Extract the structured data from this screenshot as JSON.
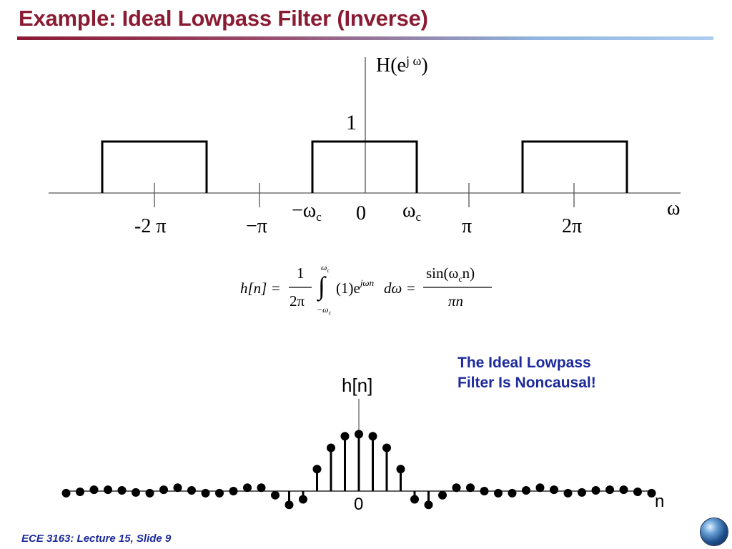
{
  "slide": {
    "title": "Example: Ideal Lowpass Filter (Inverse)",
    "footer": "ECE 3163: Lecture 15, Slide 9"
  },
  "freq_plot": {
    "ylabel": "H(e",
    "ylabel_sup": "j ω",
    "ylabel_close": ")",
    "height_label": "1",
    "xlabel": "ω",
    "tick_labels": {
      "neg_two_pi": "-2 π",
      "neg_pi": "−π",
      "neg_wc": "−ω",
      "zero": "0",
      "wc": "ω",
      "pi": "π",
      "two_pi": "2π"
    },
    "wc_subscript": "c"
  },
  "equation": {
    "lhs": "h[n] =",
    "frac_num": "1",
    "frac_den": "2π",
    "int_upper": "ω",
    "int_lower": "−ω",
    "int_sub": "c",
    "integrand": "(1)e",
    "integrand_sup": "jωn",
    "differential": "dω =",
    "rhs_num": "sin(ω",
    "rhs_num_sub": "c",
    "rhs_num_tail": "n)",
    "rhs_den": "πn"
  },
  "seq_plot": {
    "ylabel": "h[n]",
    "xlabel": "n",
    "zero_label": "0"
  },
  "note": {
    "line1": "The Ideal Lowpass",
    "line2": "Filter Is Noncausal!"
  },
  "chart_data": [
    {
      "type": "line",
      "title": "",
      "ylabel": "H(e^jω)",
      "xlabel": "ω",
      "x_ticks": [
        "-2π",
        "−π",
        "−ωc",
        "0",
        "ωc",
        "π",
        "2π"
      ],
      "description_values": {
        "pulse_height": 1,
        "pulse_centers": [
          "-2π",
          "0",
          "2π"
        ]
      }
    },
    {
      "type": "scatter",
      "title": "",
      "ylabel": "h[n]",
      "xlabel": "n",
      "n": [
        -21,
        -20,
        -19,
        -18,
        -17,
        -16,
        -15,
        -14,
        -13,
        -12,
        -11,
        -10,
        -9,
        -8,
        -7,
        -6,
        -5,
        -4,
        -3,
        -2,
        -1,
        0,
        1,
        2,
        3,
        4,
        5,
        6,
        7,
        8,
        9,
        10,
        11,
        12,
        13,
        14,
        15,
        16,
        17,
        18,
        19,
        20,
        21
      ],
      "values": [
        -0.03,
        -0.01,
        0.02,
        0.02,
        0.01,
        -0.02,
        -0.03,
        0.02,
        0.05,
        0.01,
        -0.03,
        -0.03,
        0.0,
        0.05,
        0.05,
        -0.06,
        -0.2,
        -0.12,
        0.32,
        0.63,
        0.8,
        0.83,
        0.8,
        0.63,
        0.32,
        -0.12,
        -0.2,
        -0.06,
        0.05,
        0.05,
        0.0,
        -0.03,
        -0.03,
        0.01,
        0.05,
        0.02,
        -0.03,
        -0.02,
        0.01,
        0.02,
        0.02,
        -0.01,
        -0.03
      ]
    }
  ]
}
